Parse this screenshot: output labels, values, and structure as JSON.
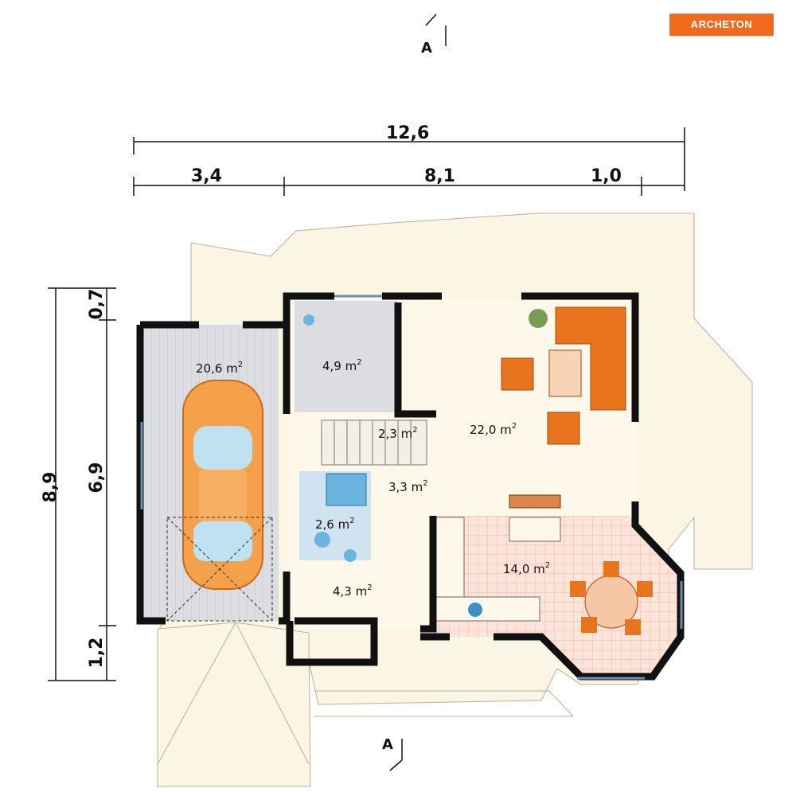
{
  "logo": {
    "text": "ARCHETON",
    "color": "#f26a1b"
  },
  "section_marks": {
    "top": "A",
    "bottom": "A"
  },
  "dimensions": {
    "top_total": "12,6",
    "top_left": "3,4",
    "top_mid": "8,1",
    "top_right": "1,0",
    "left_total": "8,9",
    "left_top": "0,7",
    "left_mid": "6,9",
    "left_bottom": "1,2"
  },
  "rooms": {
    "garage": "20,6 m",
    "boiler": "4,9 m",
    "stairs": "2,3 m",
    "living": "22,0 m",
    "hall": "3,3 m",
    "bath": "2,6 m",
    "vestibule": "4,3 m",
    "dining": "14,0 m"
  },
  "area_unit_exp": "2",
  "colors": {
    "terrace": "#fbf6e4",
    "floor": "#fdf8ea",
    "garage_floor": "#d9dade",
    "wall": "#111111",
    "kitchen_tile": "#fbe4da",
    "furniture": "#e8741e"
  }
}
